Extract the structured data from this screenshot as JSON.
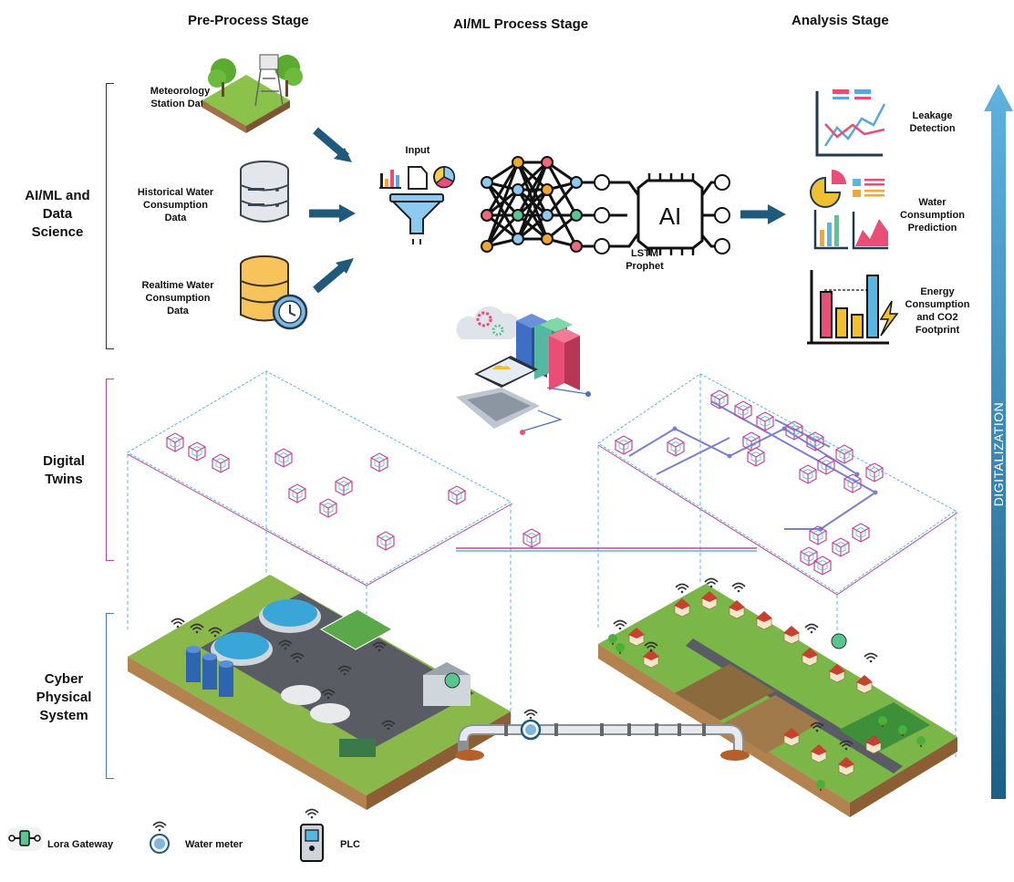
{
  "stages": {
    "pre_process": "Pre-Process Stage",
    "ai_ml_process": "AI/ML Process Stage",
    "analysis": "Analysis Stage"
  },
  "layers": {
    "ai_ml": [
      "AI/ML and",
      "Data",
      "Science"
    ],
    "digital_twins": [
      "Digital",
      "Twins"
    ],
    "cyber_physical": [
      "Cyber",
      "Physical",
      "System"
    ]
  },
  "inputs": {
    "meteorology": [
      "Meteorology",
      "Station Data"
    ],
    "historical": [
      "Historical Water",
      "Consumption",
      "Data"
    ],
    "realtime": [
      "Realtime Water",
      "Consumption",
      "Data"
    ]
  },
  "process": {
    "input_label": "Input",
    "ai_chip_text": "AI",
    "models": [
      "LSTM",
      "Prophet"
    ]
  },
  "outputs": {
    "leakage": [
      "Leakage",
      "Detection"
    ],
    "water_prediction": [
      "Water",
      "Consumption",
      "Prediction"
    ],
    "energy": [
      "Energy",
      "Consumption",
      "and CO2",
      "Footprint"
    ]
  },
  "digitalization": "DIGITALIZATION",
  "legend": {
    "lora": "Lora Gateway",
    "meter": "Water meter",
    "plc": "PLC"
  },
  "colors": {
    "arrow": "#1f5a7d",
    "digital_bar_top": "#5fb2df",
    "digital_bar_bottom": "#1d5f86",
    "twin_magenta": "#c0479b",
    "twin_cyan": "#58b6e0"
  }
}
